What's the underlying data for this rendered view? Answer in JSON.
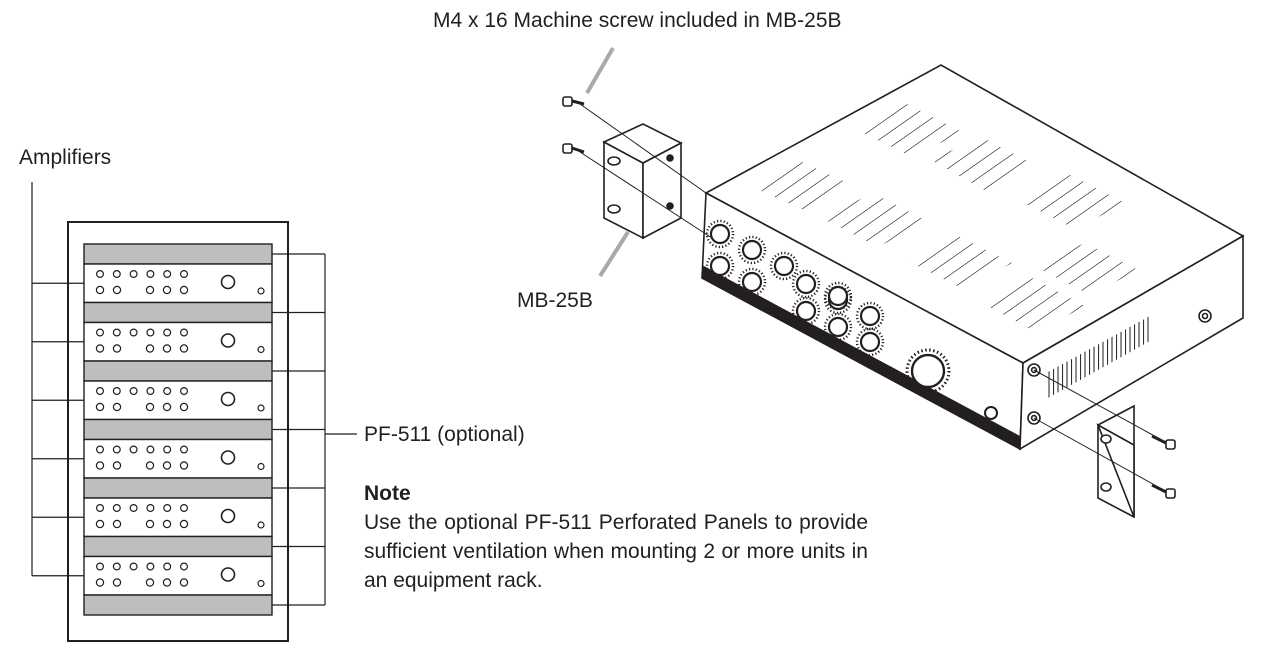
{
  "labels": {
    "screw": "M4 x 16 Machine screw included in MB-25B",
    "bracket": "MB-25B",
    "amplifiers": "Amplifiers",
    "panel": "PF-511 (optional)"
  },
  "note": {
    "title": "Note",
    "body": "Use the optional PF-511 Perforated Panels to provide sufficient ventilation when mounting 2 or more units in an equipment rack."
  },
  "rack": {
    "amplifier_count": 6,
    "panel_count": 7
  },
  "colors": {
    "line": "#231f20",
    "panel_fill": "#bcbec0",
    "leader": "#a7a9ac"
  }
}
